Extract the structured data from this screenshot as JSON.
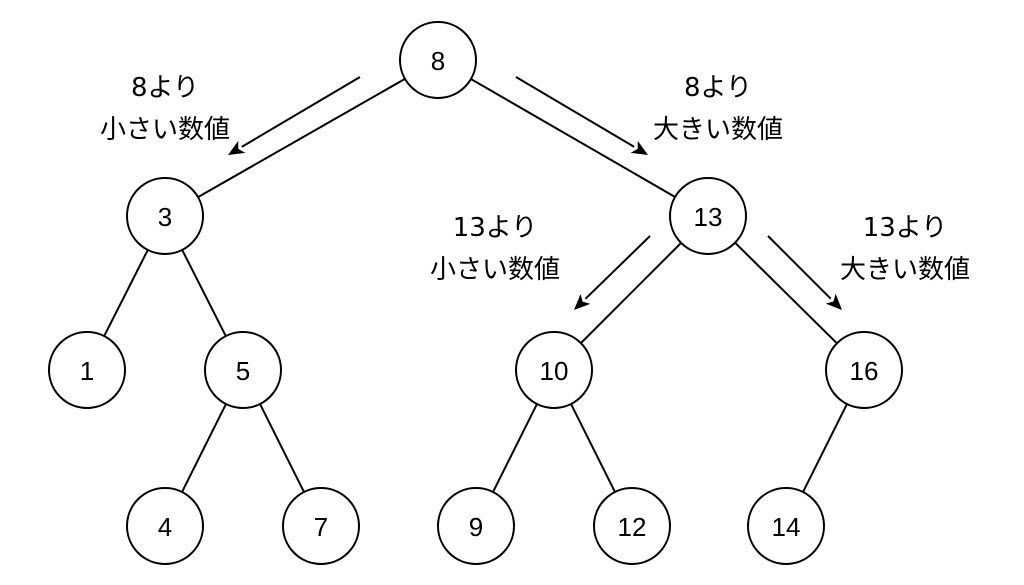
{
  "colors": {
    "stroke": "#000000",
    "fill": "#ffffff",
    "text": "#000000"
  },
  "tree": {
    "nodes": [
      {
        "id": "n8",
        "label": "8"
      },
      {
        "id": "n3",
        "label": "3"
      },
      {
        "id": "n13",
        "label": "13"
      },
      {
        "id": "n1",
        "label": "1"
      },
      {
        "id": "n5",
        "label": "5"
      },
      {
        "id": "n10",
        "label": "10"
      },
      {
        "id": "n16",
        "label": "16"
      },
      {
        "id": "n4",
        "label": "4"
      },
      {
        "id": "n7",
        "label": "7"
      },
      {
        "id": "n9",
        "label": "9"
      },
      {
        "id": "n12",
        "label": "12"
      },
      {
        "id": "n14",
        "label": "14"
      }
    ],
    "edges": [
      {
        "from": "n8",
        "to": "n3"
      },
      {
        "from": "n8",
        "to": "n13"
      },
      {
        "from": "n3",
        "to": "n1"
      },
      {
        "from": "n3",
        "to": "n5"
      },
      {
        "from": "n5",
        "to": "n4"
      },
      {
        "from": "n5",
        "to": "n7"
      },
      {
        "from": "n13",
        "to": "n10"
      },
      {
        "from": "n13",
        "to": "n16"
      },
      {
        "from": "n10",
        "to": "n9"
      },
      {
        "from": "n10",
        "to": "n12"
      },
      {
        "from": "n16",
        "to": "n14"
      }
    ]
  },
  "annotations": [
    {
      "id": "ann-root-left",
      "lines": [
        "8より",
        "小さい数値"
      ]
    },
    {
      "id": "ann-root-right",
      "lines": [
        "8より",
        "大きい数値"
      ]
    },
    {
      "id": "ann-13-left",
      "lines": [
        "13より",
        "小さい数値"
      ]
    },
    {
      "id": "ann-13-right",
      "lines": [
        "13より",
        "大きい数値"
      ]
    }
  ]
}
